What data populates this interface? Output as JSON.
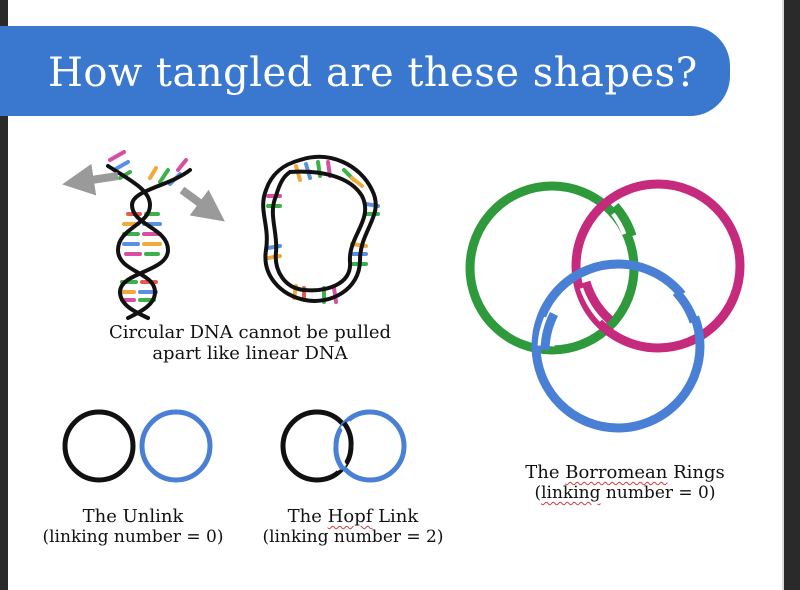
{
  "title": "How tangled are these shapes?",
  "dna": {
    "caption_line1": "Circular DNA cannot be pulled",
    "caption_line2": "apart like linear DNA"
  },
  "unlink": {
    "name": "The Unlink",
    "linking_number": "(linking number = 0)"
  },
  "hopf": {
    "name_prefix": "The ",
    "name_hopf": "Hopf",
    "name_suffix": " Link",
    "linking_number": "(linking number = 2)"
  },
  "borromean": {
    "name_prefix": "The ",
    "name_borromean": "Borromean",
    "name_suffix": " Rings",
    "linking_prefix": "(",
    "linking_word": "linking",
    "linking_suffix": " number = 0)"
  },
  "colors": {
    "title_bar": "#3a78d0",
    "green": "#2e9a3c",
    "magenta": "#c62a7d",
    "blue": "#4a7fd6",
    "black": "#111111"
  }
}
